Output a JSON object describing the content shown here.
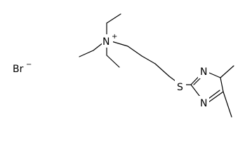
{
  "molecule": {
    "ion": {
      "symbol": "Br",
      "charge": "−"
    },
    "ammonium": {
      "symbol": "N",
      "charge": "+"
    },
    "sulfur": {
      "symbol": "S"
    },
    "ring_nitrogens": [
      {
        "symbol": "N"
      },
      {
        "symbol": "N"
      }
    ]
  },
  "colors": {
    "background": "#ffffff",
    "bond": "#000000",
    "text": "#000000"
  }
}
